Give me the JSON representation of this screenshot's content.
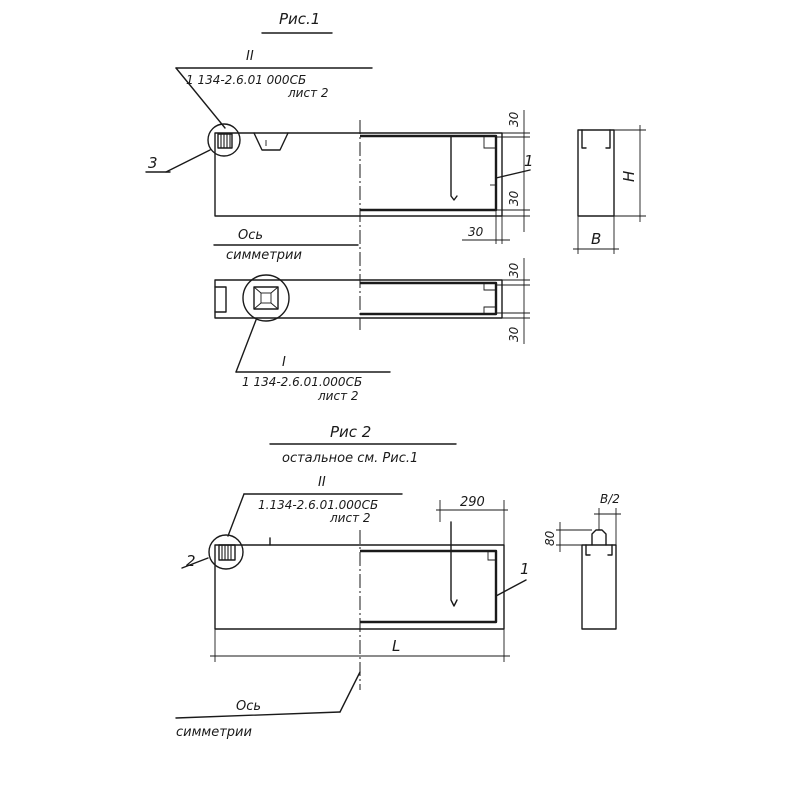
{
  "fig1": {
    "title": "Рис.1",
    "callout_top": {
      "numeral": "II",
      "ref": "1 134-2.6.01 000СБ",
      "sheet": "лист 2"
    },
    "callout_bottom": {
      "numeral": "I",
      "ref": "1 134-2.6.01.000СБ",
      "sheet": "лист 2"
    },
    "marker_3": "3",
    "marker_1": "1",
    "axis_label": "Ось",
    "axis_label2": "симметрии",
    "dims": {
      "d30_a": "30",
      "d30_b": "30",
      "d30_c": "30",
      "d30_d": "30",
      "d30_e": "30"
    },
    "side_h": "H",
    "side_b": "B"
  },
  "fig2": {
    "title": "Рис 2",
    "subtitle": "остальное см. Рис.1",
    "callout": {
      "numeral": "II",
      "ref": "1.134-2.6.01.000СБ",
      "sheet": "лист 2"
    },
    "marker_2": "2",
    "marker_1": "1",
    "dim_290": "290",
    "dim_L": "L",
    "dim_80": "80",
    "dim_b2": "B/2",
    "axis_label": "Ось",
    "axis_label2": "симметрии"
  }
}
